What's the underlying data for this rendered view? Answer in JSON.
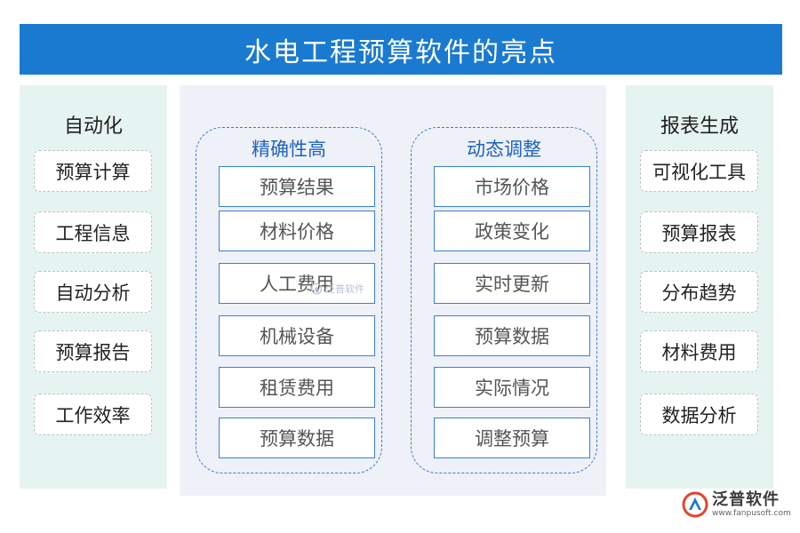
{
  "title": "水电工程预算软件的亮点",
  "left_panel": {
    "heading": "自动化",
    "items": [
      "预算计算",
      "工程信息",
      "自动分析",
      "预算报告",
      "工作效率"
    ]
  },
  "center": {
    "groups": [
      {
        "heading": "精确性高",
        "items": [
          "预算结果",
          "材料价格",
          "人工费用",
          "机械设备",
          "租赁费用",
          "预算数据"
        ]
      },
      {
        "heading": "动态调整",
        "items": [
          "市场价格",
          "政策变化",
          "实时更新",
          "预算数据",
          "实际情况",
          "调整预算"
        ]
      }
    ],
    "watermark": "泛普软件"
  },
  "right_panel": {
    "heading": "报表生成",
    "items": [
      "可视化工具",
      "预算报表",
      "分布趋势",
      "材料费用",
      "数据分析"
    ]
  },
  "logo": {
    "name": "泛普软件",
    "url": "www.fanpusoft.com",
    "icon": "fanpu-logo-icon"
  },
  "colors": {
    "title_bg": "#1a7ad0",
    "side_bg": "#e6f4f1",
    "center_bg": "#eef1f8",
    "accent": "#3a80d2",
    "group_heading": "#1c64c0"
  }
}
